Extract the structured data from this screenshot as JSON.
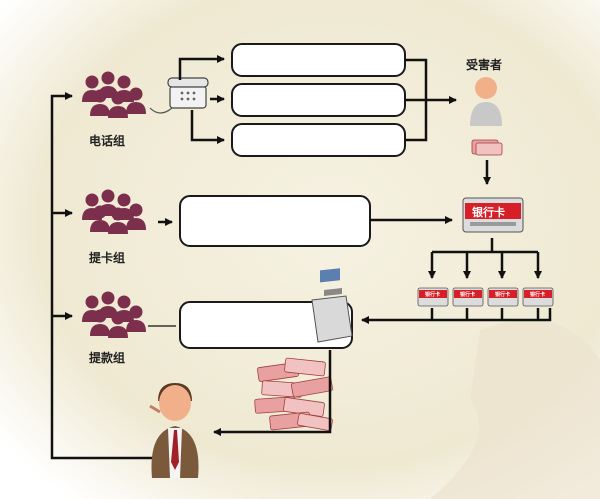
{
  "groups": {
    "phone": {
      "label": "电话组"
    },
    "card": {
      "label": "提卡组"
    },
    "withdraw": {
      "label": "提款组"
    }
  },
  "victim": {
    "label": "受害者"
  },
  "bank_card": {
    "label": "银行卡"
  },
  "colors": {
    "paper": "#f4f0df",
    "arrow": "#111111",
    "people": "#7b2f4c",
    "box_stroke": "#1a1a1a",
    "box_fill": "#ffffff",
    "bank_card_red": "#d61f26",
    "victim_skin": "#f2b08a",
    "money": "#e8a0a0"
  },
  "icons": [
    "people-group-icon",
    "telephone-icon",
    "victim-person-icon",
    "money-stack-icon",
    "bank-card-icon",
    "atm-machine-icon",
    "cash-pile-icon",
    "boss-figure-icon"
  ]
}
